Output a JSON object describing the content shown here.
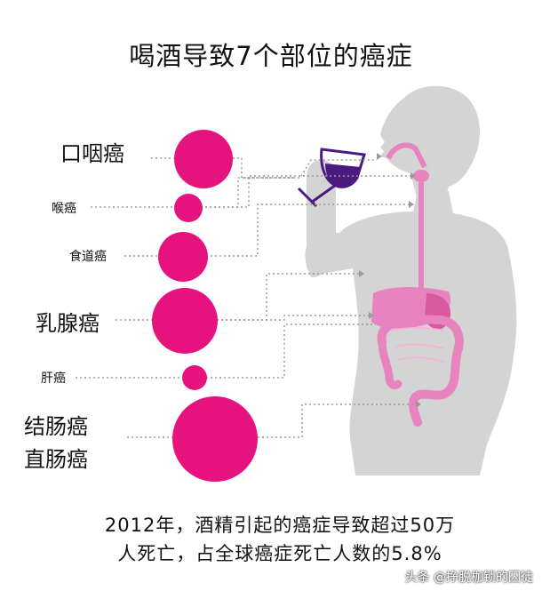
{
  "title": "喝酒导致7个部位的癌症",
  "cancers": [
    {
      "label": "口咽癌",
      "relative_size": 0.55
    },
    {
      "label": "喉癌",
      "relative_size": 0.3
    },
    {
      "label": "食道癌",
      "relative_size": 0.48
    },
    {
      "label": "乳腺癌",
      "relative_size": 0.66
    },
    {
      "label": "肝癌",
      "relative_size": 0.25
    },
    {
      "label": "结肠癌",
      "relative_size": 0.8
    },
    {
      "label": "直肠癌",
      "relative_size": 0.8
    }
  ],
  "caption": {
    "line1": "2012年，酒精引起的癌症导致超过50万",
    "line2": "人死亡，占全球癌症死亡人数的5.8%"
  },
  "watermark": "头条 @挣脱枷锁的囚徒",
  "colors": {
    "bubble": "#e6137f",
    "body": "#d4d4d4",
    "organ": "#e784c0",
    "wine": "#4b1a80"
  }
}
